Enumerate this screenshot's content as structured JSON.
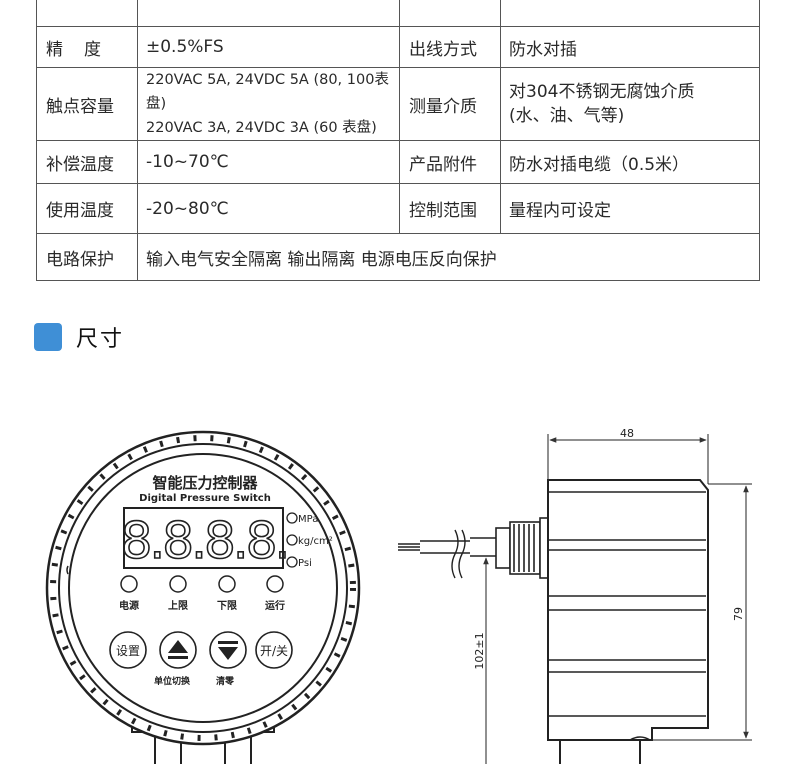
{
  "spec_table": {
    "rows": [
      {
        "l1": "",
        "v1": "",
        "l2": "",
        "v2": ""
      },
      {
        "l1": "精　度",
        "v1": "±0.5%FS",
        "l2": "出线方式",
        "v2": "防水对插"
      },
      {
        "l1": "触点容量",
        "v1a": "220VAC 5A, 24VDC 5A (80, 100表盘)",
        "v1b": "220VAC 3A, 24VDC 3A (60 表盘)",
        "l2": "测量介质",
        "v2a": "对304不锈钢无腐蚀介质",
        "v2b": "(水、油、气等)"
      },
      {
        "l1": "补偿温度",
        "v1": "-10~70℃",
        "l2": "产品附件",
        "v2": "防水对插电缆（0.5米）"
      },
      {
        "l1": "使用温度",
        "v1": "-20~80℃",
        "l2": "控制范围",
        "v2": "量程内可设定"
      },
      {
        "l1": "电路保护",
        "v1": "输入电气安全隔离  输出隔离  电源电压反向保护"
      }
    ]
  },
  "section": {
    "title": "尺寸"
  },
  "front_view": {
    "title_cn": "智能压力控制器",
    "title_en": "Digital Pressure Switch",
    "display": "8.8.8.8.",
    "units": [
      "MPa",
      "kg/cm²",
      "Psi"
    ],
    "indicators": [
      "电源",
      "上限",
      "下限",
      "运行"
    ],
    "buttons": [
      "设置",
      "开/关"
    ],
    "button_captions": [
      "单位切换",
      "清零"
    ]
  },
  "side_view": {
    "dim_width": "48",
    "dim_height": "79",
    "dim_total": "102±1"
  }
}
